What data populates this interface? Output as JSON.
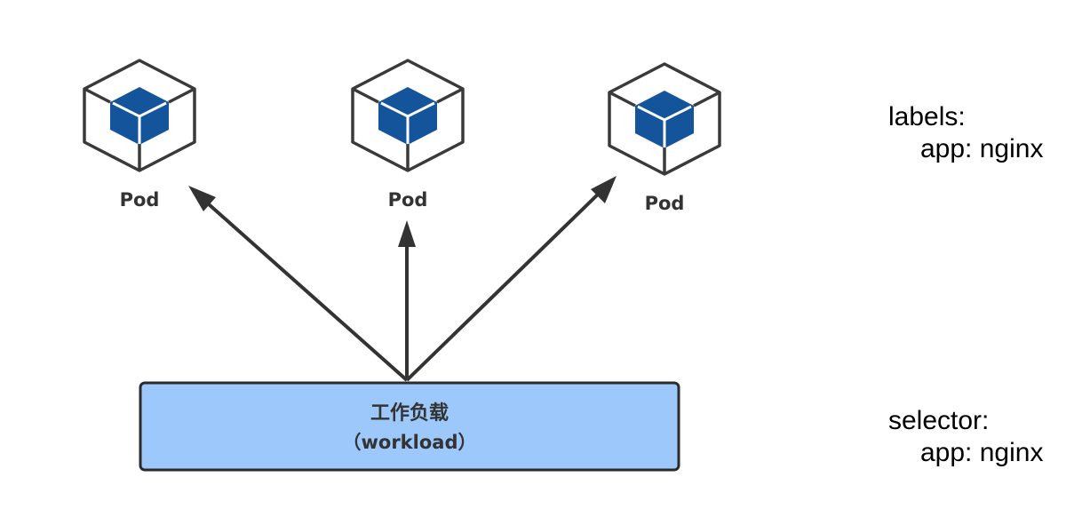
{
  "pods": [
    {
      "label": "Pod"
    },
    {
      "label": "Pod"
    },
    {
      "label": "Pod"
    }
  ],
  "workload": {
    "title": "工作负载",
    "subtitle": "（workload）"
  },
  "labels_block": {
    "heading": "labels:",
    "entry": "app: nginx"
  },
  "selector_block": {
    "heading": "selector:",
    "entry": "app: nginx"
  },
  "colors": {
    "cube_outline": "#3a3a3a",
    "cube_fill": "#14549a",
    "workload_fill": "#9dc8fb",
    "workload_border": "#2b2b2b",
    "arrow": "#333333"
  }
}
